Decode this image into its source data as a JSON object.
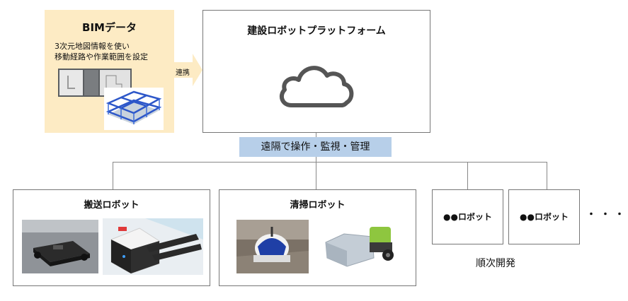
{
  "bim": {
    "title": "BIMデータ",
    "desc_line1": "3次元地図情報を使い",
    "desc_line2": "移動経路や作業範囲を設定"
  },
  "arrow_label": "連携",
  "platform": {
    "title": "建設ロボットプラットフォーム",
    "icon": "cloud-icon"
  },
  "remote_label": "遠隔で操作・監視・管理",
  "robots": [
    {
      "title": "搬送ロボット"
    },
    {
      "title": "清掃ロボット"
    }
  ],
  "small_robots": [
    {
      "title": "●●ロボット"
    },
    {
      "title": "●●ロボット"
    }
  ],
  "more": "・・・",
  "sequential": "順次開発",
  "colors": {
    "bim_bg": "#fdebc4",
    "arrow": "#fdebc4",
    "remote_bg": "#b7cfe9",
    "border": "#777777"
  }
}
